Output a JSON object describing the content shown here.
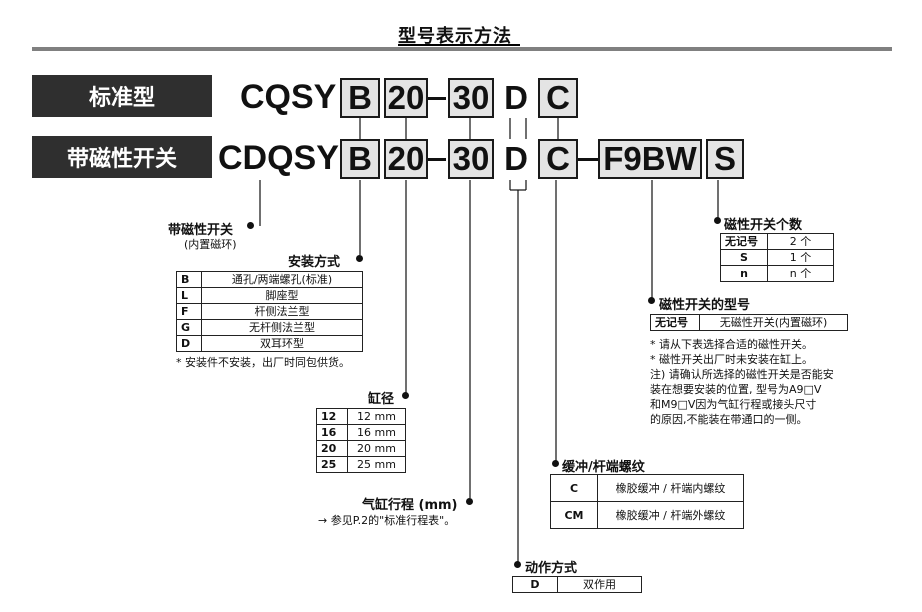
{
  "header": {
    "title": "型号表示方法"
  },
  "rows": {
    "standard": {
      "label": "标准型",
      "prefix": "CQSY"
    },
    "magnetic": {
      "label": "带磁性开关",
      "prefix": "CDQSY"
    }
  },
  "codes": {
    "b": "B",
    "bore": "20",
    "stroke": "30",
    "action": "D",
    "cushion": "C",
    "switch": "F9BW",
    "count": "S"
  },
  "magnet": {
    "title": "带磁性开关",
    "sub": "(内置磁环)"
  },
  "mounting": {
    "title": "安装方式",
    "rows": [
      {
        "k": "B",
        "v": "通孔/两端螺孔(标准)"
      },
      {
        "k": "L",
        "v": "脚座型"
      },
      {
        "k": "F",
        "v": "杆侧法兰型"
      },
      {
        "k": "G",
        "v": "无杆侧法兰型"
      },
      {
        "k": "D",
        "v": "双耳环型"
      }
    ],
    "note": "* 安装件不安装，出厂时同包供货。"
  },
  "bore": {
    "title": "缸径",
    "rows": [
      {
        "k": "12",
        "v": "12 mm"
      },
      {
        "k": "16",
        "v": "16 mm"
      },
      {
        "k": "20",
        "v": "20 mm"
      },
      {
        "k": "25",
        "v": "25 mm"
      }
    ]
  },
  "stroke": {
    "title": "气缸行程 (mm)",
    "ref": "→ 参见P.2的\"标准行程表\"。"
  },
  "action": {
    "title": "动作方式",
    "rows": [
      {
        "k": "D",
        "v": "双作用"
      }
    ]
  },
  "cushion": {
    "title": "缓冲/杆端螺纹",
    "rows": [
      {
        "k": "C",
        "v": "橡胶缓冲 / 杆端内螺纹"
      },
      {
        "k": "CM",
        "v": "橡胶缓冲 / 杆端外螺纹"
      }
    ]
  },
  "switch_count": {
    "title": "磁性开关个数",
    "rows": [
      {
        "k": "无记号",
        "v": "2 个"
      },
      {
        "k": "S",
        "v": "1 个"
      },
      {
        "k": "n",
        "v": "n 个"
      }
    ]
  },
  "switch_type": {
    "title": "磁性开关的型号",
    "rows": [
      {
        "k": "无记号",
        "v": "无磁性开关(内置磁环)"
      }
    ],
    "notes": [
      "* 请从下表选择合适的磁性开关。",
      "* 磁性开关出厂时未安装在缸上。",
      "注) 请确认所选择的磁性开关是否能安",
      "      装在想要安装的位置, 型号为A9□V",
      "      和M9□V因为气缸行程或接头尺寸",
      "      的原因,不能装在带通口的一侧。"
    ]
  }
}
